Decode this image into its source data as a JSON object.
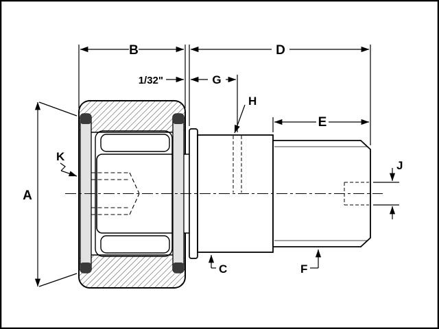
{
  "drawing": {
    "title_hint": "cam follower bearing cross-section",
    "colors": {
      "line": "#000000",
      "background": "#ffffff",
      "seal_fill": "#e2e2e2",
      "seal_cap": "#3a3a3a",
      "hatch": "#333333"
    },
    "labels": {
      "a": "A",
      "b": "B",
      "c": "C",
      "d": "D",
      "e": "E",
      "f": "F",
      "g": "G",
      "h": "H",
      "j": "J",
      "k": "K",
      "gap": "1/32\""
    }
  }
}
